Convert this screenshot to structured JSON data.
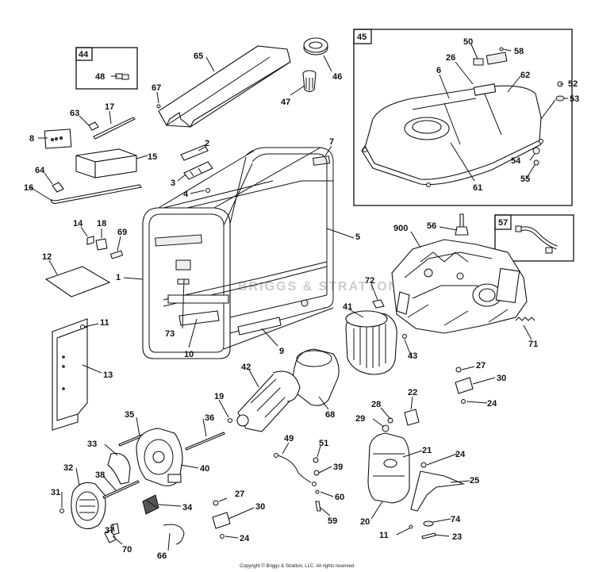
{
  "watermark": "BRIGGS & STRATTON",
  "copyright": "Copyright © Briggs & Stratton, LLC. All rights reserved.",
  "inset_boxes": [
    "44",
    "45",
    "57"
  ],
  "callouts": [
    "65",
    "46",
    "47",
    "67",
    "17",
    "63",
    "8",
    "15",
    "2",
    "3",
    "4",
    "7",
    "64",
    "16",
    "14",
    "18",
    "69",
    "12",
    "1",
    "5",
    "900",
    "56",
    "72",
    "73",
    "10",
    "9",
    "11",
    "13",
    "41",
    "43",
    "71",
    "42",
    "68",
    "19",
    "36",
    "35",
    "33",
    "40",
    "32",
    "31",
    "38",
    "37",
    "70",
    "34",
    "66",
    "49",
    "51",
    "39",
    "60",
    "59",
    "27",
    "30",
    "24",
    "22",
    "28",
    "29",
    "21",
    "25",
    "74",
    "23",
    "20",
    "48",
    "50",
    "58",
    "26",
    "6",
    "62",
    "52",
    "53",
    "54",
    "55",
    "61"
  ]
}
